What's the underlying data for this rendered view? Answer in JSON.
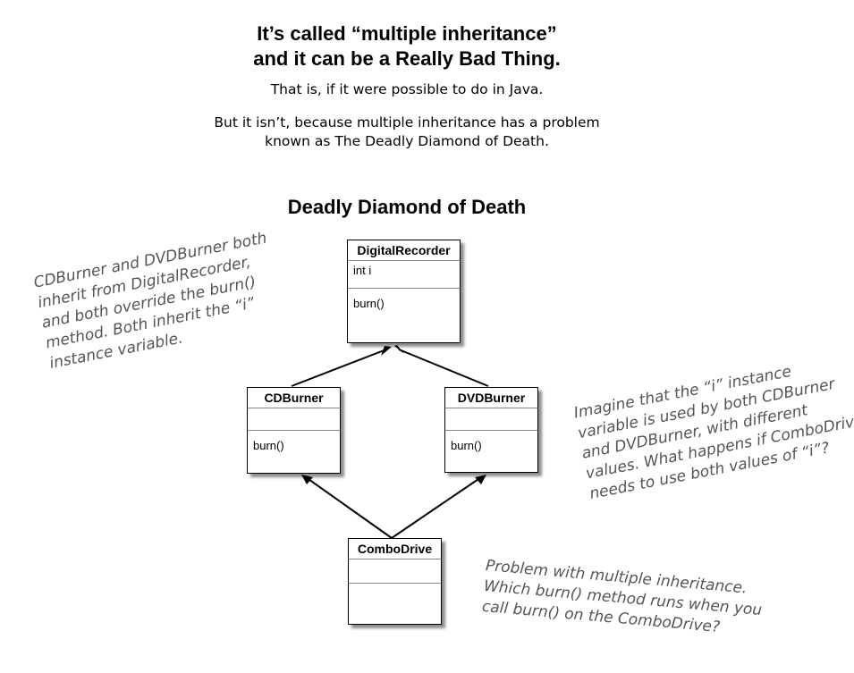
{
  "header": {
    "title_line1": "It’s called “multiple inheritance”",
    "title_line2": "and it can be a Really Bad Thing.",
    "sub1": "That is, if it were possible to do in Java.",
    "sub2_line1": "But it isn’t, because multiple inheritance has a problem",
    "sub2_line2": "known as The Deadly Diamond of Death."
  },
  "diagram": {
    "title": "Deadly Diamond of Death",
    "digital_recorder": {
      "name": "DigitalRecorder",
      "attr": "int i",
      "method": "burn()"
    },
    "cd_burner": {
      "name": "CDBurner",
      "attr": "",
      "method": "burn()"
    },
    "dvd_burner": {
      "name": "DVDBurner",
      "attr": "",
      "method": "burn()"
    },
    "combo_drive": {
      "name": "ComboDrive",
      "attr": "",
      "method": ""
    }
  },
  "notes": {
    "left": [
      "CDBurner and DVDBurner both",
      "inherit from DigitalRecorder,",
      "and both override the burn()",
      "method. Both inherit the “i”",
      "instance variable."
    ],
    "right": [
      "Imagine that the “i” instance",
      "variable is used by both CDBurner",
      "and DVDBurner, with different",
      "values. What happens if ComboDrive",
      "needs to use both values of “i”?"
    ],
    "bottom": [
      "Problem with multiple inheritance.",
      "Which burn() method runs when you",
      "call burn() on the ComboDrive?"
    ]
  },
  "colors": {
    "line": "#000000",
    "note_text": "#555555"
  }
}
